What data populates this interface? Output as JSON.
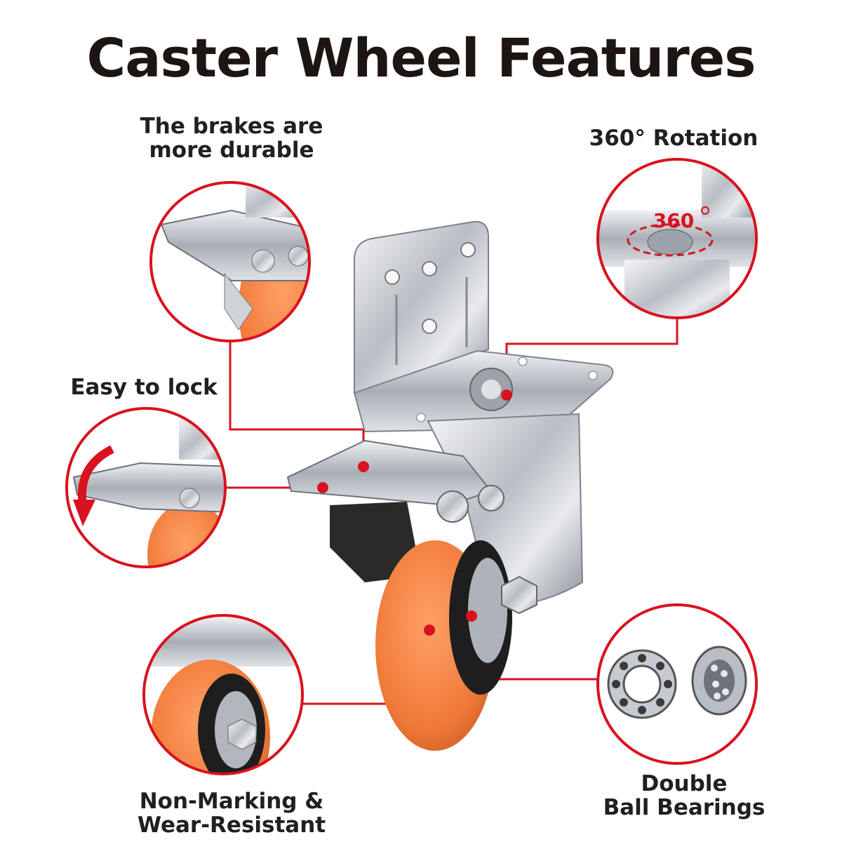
{
  "title": "Caster Wheel Features",
  "features": {
    "brakes": {
      "line1": "The brakes are",
      "line2": "more durable"
    },
    "rotation": {
      "text": "360° Rotation",
      "badge": "360"
    },
    "lock": {
      "text": "Easy to lock"
    },
    "wheel": {
      "line1": "Non-Marking &",
      "line2": "Wear-Resistant"
    },
    "bearings": {
      "line1": "Double",
      "line2": "Ball Bearings"
    }
  },
  "colors": {
    "accent": "#d8131f",
    "wheel_orange": "#f07a3a",
    "metal": "#c9ccd2"
  }
}
